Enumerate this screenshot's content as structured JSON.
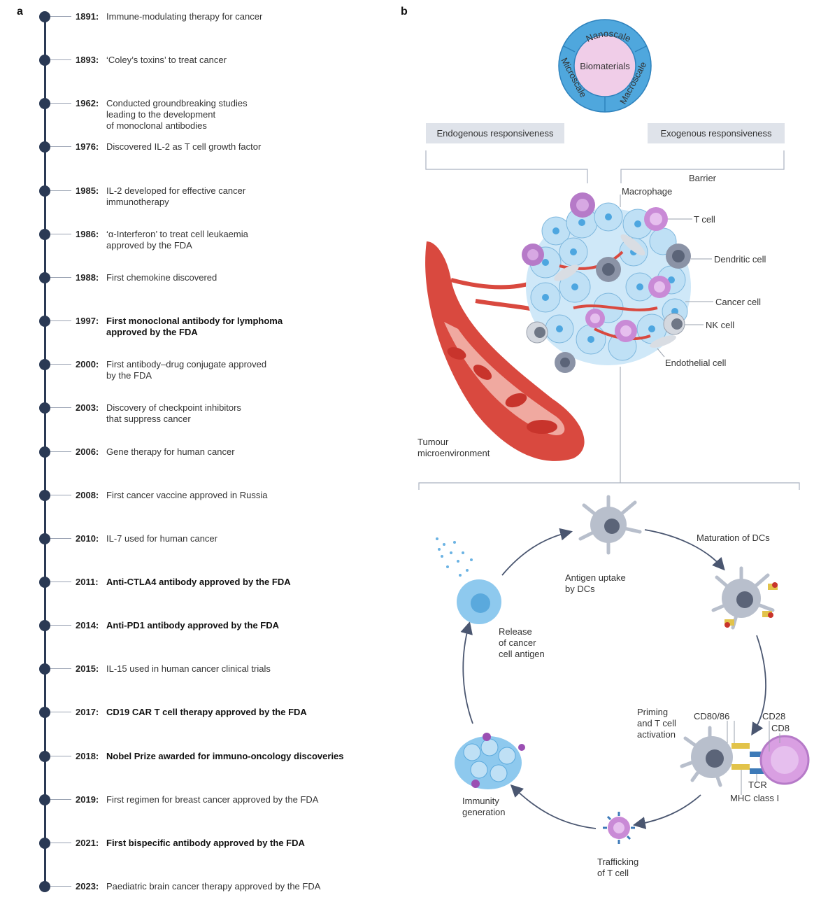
{
  "panel_a": {
    "letter": "a",
    "events": [
      {
        "year": "1891:",
        "text": "Immune-modulating therapy for cancer",
        "bold": false
      },
      {
        "year": "1893:",
        "text": "‘Coley’s toxins’ to treat cancer",
        "bold": false
      },
      {
        "year": "1962:",
        "text": "Conducted groundbreaking studies\nleading to the development\nof monoclonal antibodies",
        "bold": false
      },
      {
        "year": "1976:",
        "text": "Discovered IL-2 as T cell growth factor",
        "bold": false
      },
      {
        "year": "1985:",
        "text": "IL-2 developed for effective cancer\nimmunotherapy",
        "bold": false
      },
      {
        "year": "1986:",
        "text": "‘α-Interferon’ to treat cell leukaemia\napproved by the FDA",
        "bold": false
      },
      {
        "year": "1988:",
        "text": "First chemokine discovered",
        "bold": false
      },
      {
        "year": "1997:",
        "text": "First monoclonal antibody for lymphoma\napproved by the FDA",
        "bold": true
      },
      {
        "year": "2000:",
        "text": "First antibody–drug conjugate approved\nby the FDA",
        "bold": false
      },
      {
        "year": "2003:",
        "text": "Discovery of checkpoint inhibitors\nthat suppress cancer",
        "bold": false
      },
      {
        "year": "2006:",
        "text": "Gene therapy for human cancer",
        "bold": false
      },
      {
        "year": "2008:",
        "text": "First cancer vaccine approved in Russia",
        "bold": false
      },
      {
        "year": "2010:",
        "text": "IL-7 used for human cancer",
        "bold": false
      },
      {
        "year": "2011:",
        "text": "Anti-CTLA4 antibody approved by the FDA",
        "bold": true
      },
      {
        "year": "2014:",
        "text": "Anti-PD1 antibody approved by the FDA",
        "bold": true
      },
      {
        "year": "2015:",
        "text": "IL-15 used in human cancer clinical trials",
        "bold": false
      },
      {
        "year": "2017:",
        "text": "CD19 CAR T cell therapy approved by the FDA",
        "bold": true
      },
      {
        "year": "2018:",
        "text": "Nobel Prize awarded for immuno-oncology discoveries",
        "bold": true
      },
      {
        "year": "2019:",
        "text": "First regimen for breast cancer approved by the FDA",
        "bold": false
      },
      {
        "year": "2021:",
        "text": "First bispecific antibody approved by the FDA",
        "bold": true
      },
      {
        "year": "2023:",
        "text": "Paediatric brain cancer therapy approved by the FDA",
        "bold": false
      }
    ]
  },
  "panel_b": {
    "letter": "b",
    "badge": {
      "center": "Biomaterials",
      "top": "Nanoscale",
      "left": "Microscale",
      "right": "Macroscale"
    },
    "endogenous": "Endogenous responsiveness",
    "exogenous": "Exogenous responsiveness",
    "barrier": "Barrier",
    "tme_labels": {
      "macrophage": "Macrophage",
      "tcell": "T cell",
      "dendritic": "Dendritic cell",
      "cancer": "Cancer cell",
      "nk": "NK cell",
      "endothelial": "Endothelial cell",
      "tme_line1": "Tumour",
      "tme_line2": "microenvironment"
    },
    "cycle_labels": {
      "uptake1": "Antigen uptake",
      "uptake2": "by DCs",
      "maturation": "Maturation of DCs",
      "release1": "Release",
      "release2": "of cancer",
      "release3": "cell antigen",
      "priming1": "Priming",
      "priming2": "and T cell",
      "priming3": "activation",
      "cd80": "CD80/86",
      "cd28": "CD28",
      "cd8": "CD8",
      "tcr": "TCR",
      "mhc": "MHC class I",
      "immunity1": "Immunity",
      "immunity2": "generation",
      "trafficking1": "Trafficking",
      "trafficking2": "of T cell"
    },
    "colors": {
      "timeline": "#2b3a55",
      "badge_ring": "#4fa7dd",
      "badge_core": "#f0cde8",
      "cancer_cell": "#bfe0f5",
      "vessel": "#d9493f",
      "dc": "#b8bfcc",
      "tcell": "#c98ad6",
      "arrow": "#4a5670"
    }
  }
}
